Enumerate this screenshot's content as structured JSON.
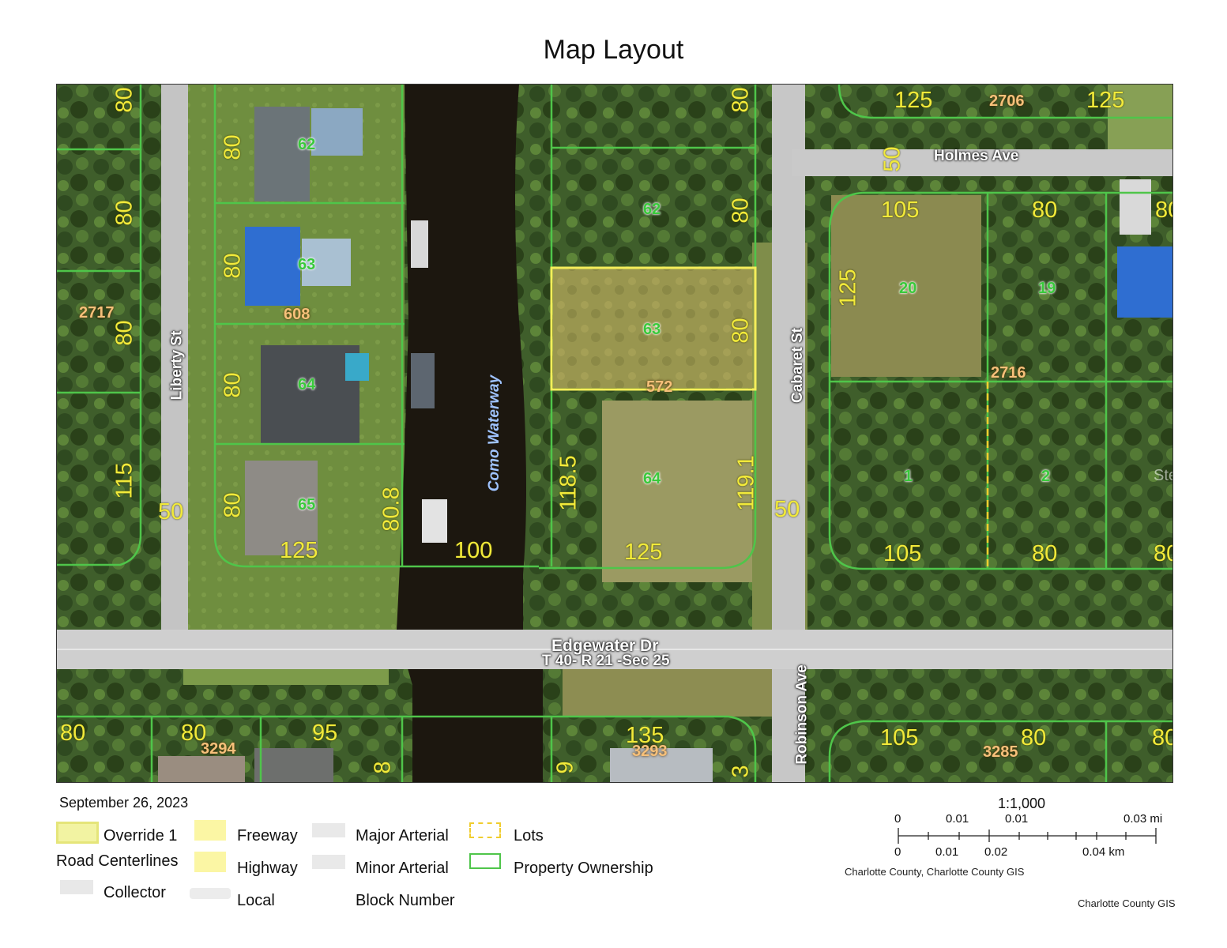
{
  "title": "Map Layout",
  "date": "September 26, 2023",
  "map": {
    "streets": {
      "liberty": "Liberty St",
      "cabaret": "Cabaret St",
      "holmes": "Holmes Ave",
      "edgewater": "Edgewater Dr",
      "robinson": "Robinson Ave",
      "township": "T 40- R 21 -Sec 25"
    },
    "waterway": "Como Waterway",
    "dimensions": [
      "80",
      "80",
      "80",
      "80",
      "115",
      "50",
      "80",
      "80",
      "80",
      "80",
      "80.8",
      "125",
      "100",
      "80",
      "80",
      "80",
      "118.5",
      "119.1",
      "125",
      "50",
      "125",
      "125",
      "125",
      "105",
      "80",
      "80",
      "105",
      "80",
      "80",
      "50",
      "80",
      "80",
      "95",
      "8",
      "135",
      "9",
      "3",
      "105",
      "80",
      "80"
    ],
    "lots": [
      "62",
      "63",
      "64",
      "65",
      "62",
      "63",
      "64",
      "20",
      "19",
      "1",
      "2"
    ],
    "blocks": [
      "2717",
      "608",
      "572",
      "2706",
      "2716",
      "3294",
      "3293",
      "3285"
    ],
    "watermark": "StellarMLS"
  },
  "legend": {
    "override": "Override 1",
    "road_centerlines": "Road Centerlines",
    "collector": "Collector",
    "freeway": "Freeway",
    "highway": "Highway",
    "local": "Local",
    "major_arterial": "Major Arterial",
    "minor_arterial": "Minor Arterial",
    "block_number": "Block Number",
    "lots": "Lots",
    "property_ownership": "Property Ownership"
  },
  "scale": {
    "ratio": "1:1,000",
    "mi_labels": [
      "0",
      "0.01",
      "0.01",
      "0.03 mi"
    ],
    "km_labels": [
      "0",
      "0.01",
      "0.02",
      "0.04 km"
    ],
    "credit": "Charlotte County, Charlotte County GIS"
  },
  "footer_credit": "Charlotte County GIS",
  "colors": {
    "parcel": "#4fc54a",
    "highlight": "#f5ee5a",
    "dimension": "#f2ea3a",
    "lot": "#39c93b",
    "block": "#f6c07a"
  }
}
